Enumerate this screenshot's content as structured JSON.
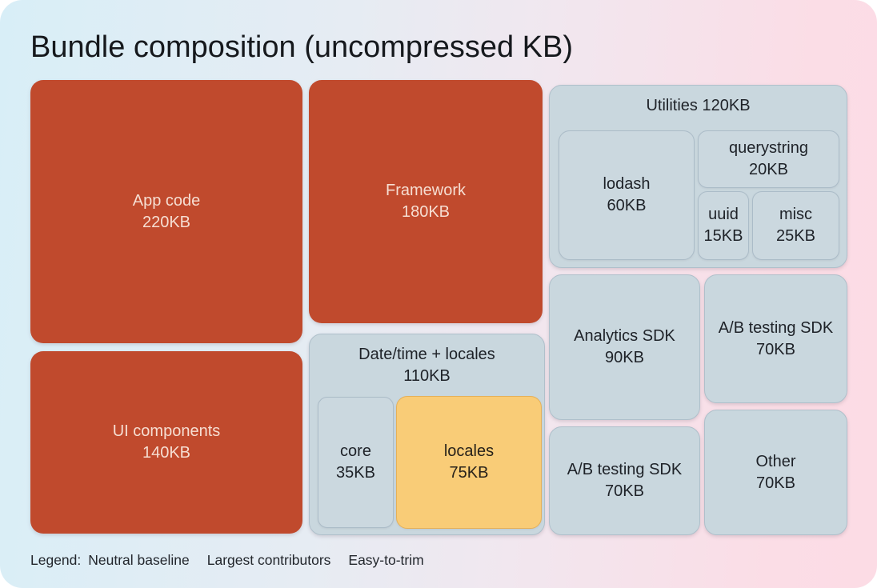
{
  "title": "Bundle composition (uncompressed KB)",
  "blocks": {
    "app_code": {
      "name": "App code",
      "size": "220KB"
    },
    "framework": {
      "name": "Framework",
      "size": "180KB"
    },
    "ui_components": {
      "name": "UI components",
      "size": "140KB"
    },
    "utilities": {
      "header": "Utilities 120KB"
    },
    "lodash": {
      "name": "lodash",
      "size": "60KB"
    },
    "querystring": {
      "name": "querystring",
      "size": "20KB"
    },
    "uuid": {
      "name": "uuid",
      "size": "15KB"
    },
    "misc": {
      "name": "misc",
      "size": "25KB"
    },
    "datetime": {
      "name": "Date/time + locales",
      "size": "110KB"
    },
    "core": {
      "name": "core",
      "size": "35KB"
    },
    "locales": {
      "name": "locales",
      "size": "75KB"
    },
    "analytics": {
      "name": "Analytics SDK",
      "size": "90KB"
    },
    "ab_testing_top": {
      "name": "A/B testing SDK",
      "size": "70KB"
    },
    "ab_testing_bottom": {
      "name": "A/B testing SDK",
      "size": "70KB"
    },
    "other": {
      "name": "Other",
      "size": "70KB"
    }
  },
  "legend": {
    "prefix": "Legend:",
    "items": [
      {
        "label": "Neutral baseline",
        "color": "#c9d7de"
      },
      {
        "label": "Largest contributors",
        "color": "#c04a2d"
      },
      {
        "label": "Easy-to-trim",
        "color": "#f9cc77"
      }
    ]
  },
  "colors": {
    "largest_contributors": "#c04a2d",
    "neutral_baseline": "#c9d7de",
    "easy_to_trim": "#f9cc77",
    "background_left": "#d8eef7",
    "background_right": "#fcdce5",
    "text_dark": "#1e2228",
    "text_on_red": "#f6ded2"
  },
  "chart_data": {
    "type": "treemap",
    "title": "Bundle composition (uncompressed KB)",
    "units": "KB",
    "legend": [
      "Neutral baseline",
      "Largest contributors",
      "Easy-to-trim"
    ],
    "legend_position": "bottom",
    "nodes": [
      {
        "label": "App code",
        "value": 220,
        "category": "Largest contributors"
      },
      {
        "label": "Framework",
        "value": 180,
        "category": "Largest contributors"
      },
      {
        "label": "UI components",
        "value": 140,
        "category": "Largest contributors"
      },
      {
        "label": "Utilities",
        "value": 120,
        "category": "Neutral baseline",
        "children": [
          {
            "label": "lodash",
            "value": 60,
            "category": "Neutral baseline"
          },
          {
            "label": "querystring",
            "value": 20,
            "category": "Neutral baseline"
          },
          {
            "label": "uuid",
            "value": 15,
            "category": "Neutral baseline"
          },
          {
            "label": "misc",
            "value": 25,
            "category": "Neutral baseline"
          }
        ]
      },
      {
        "label": "Date/time + locales",
        "value": 110,
        "category": "Neutral baseline",
        "children": [
          {
            "label": "core",
            "value": 35,
            "category": "Neutral baseline"
          },
          {
            "label": "locales",
            "value": 75,
            "category": "Easy-to-trim"
          }
        ]
      },
      {
        "label": "Analytics SDK",
        "value": 90,
        "category": "Neutral baseline"
      },
      {
        "label": "A/B testing SDK",
        "value": 70,
        "category": "Neutral baseline"
      },
      {
        "label": "A/B testing SDK",
        "value": 70,
        "category": "Neutral baseline"
      },
      {
        "label": "Other",
        "value": 70,
        "category": "Neutral baseline"
      }
    ]
  }
}
